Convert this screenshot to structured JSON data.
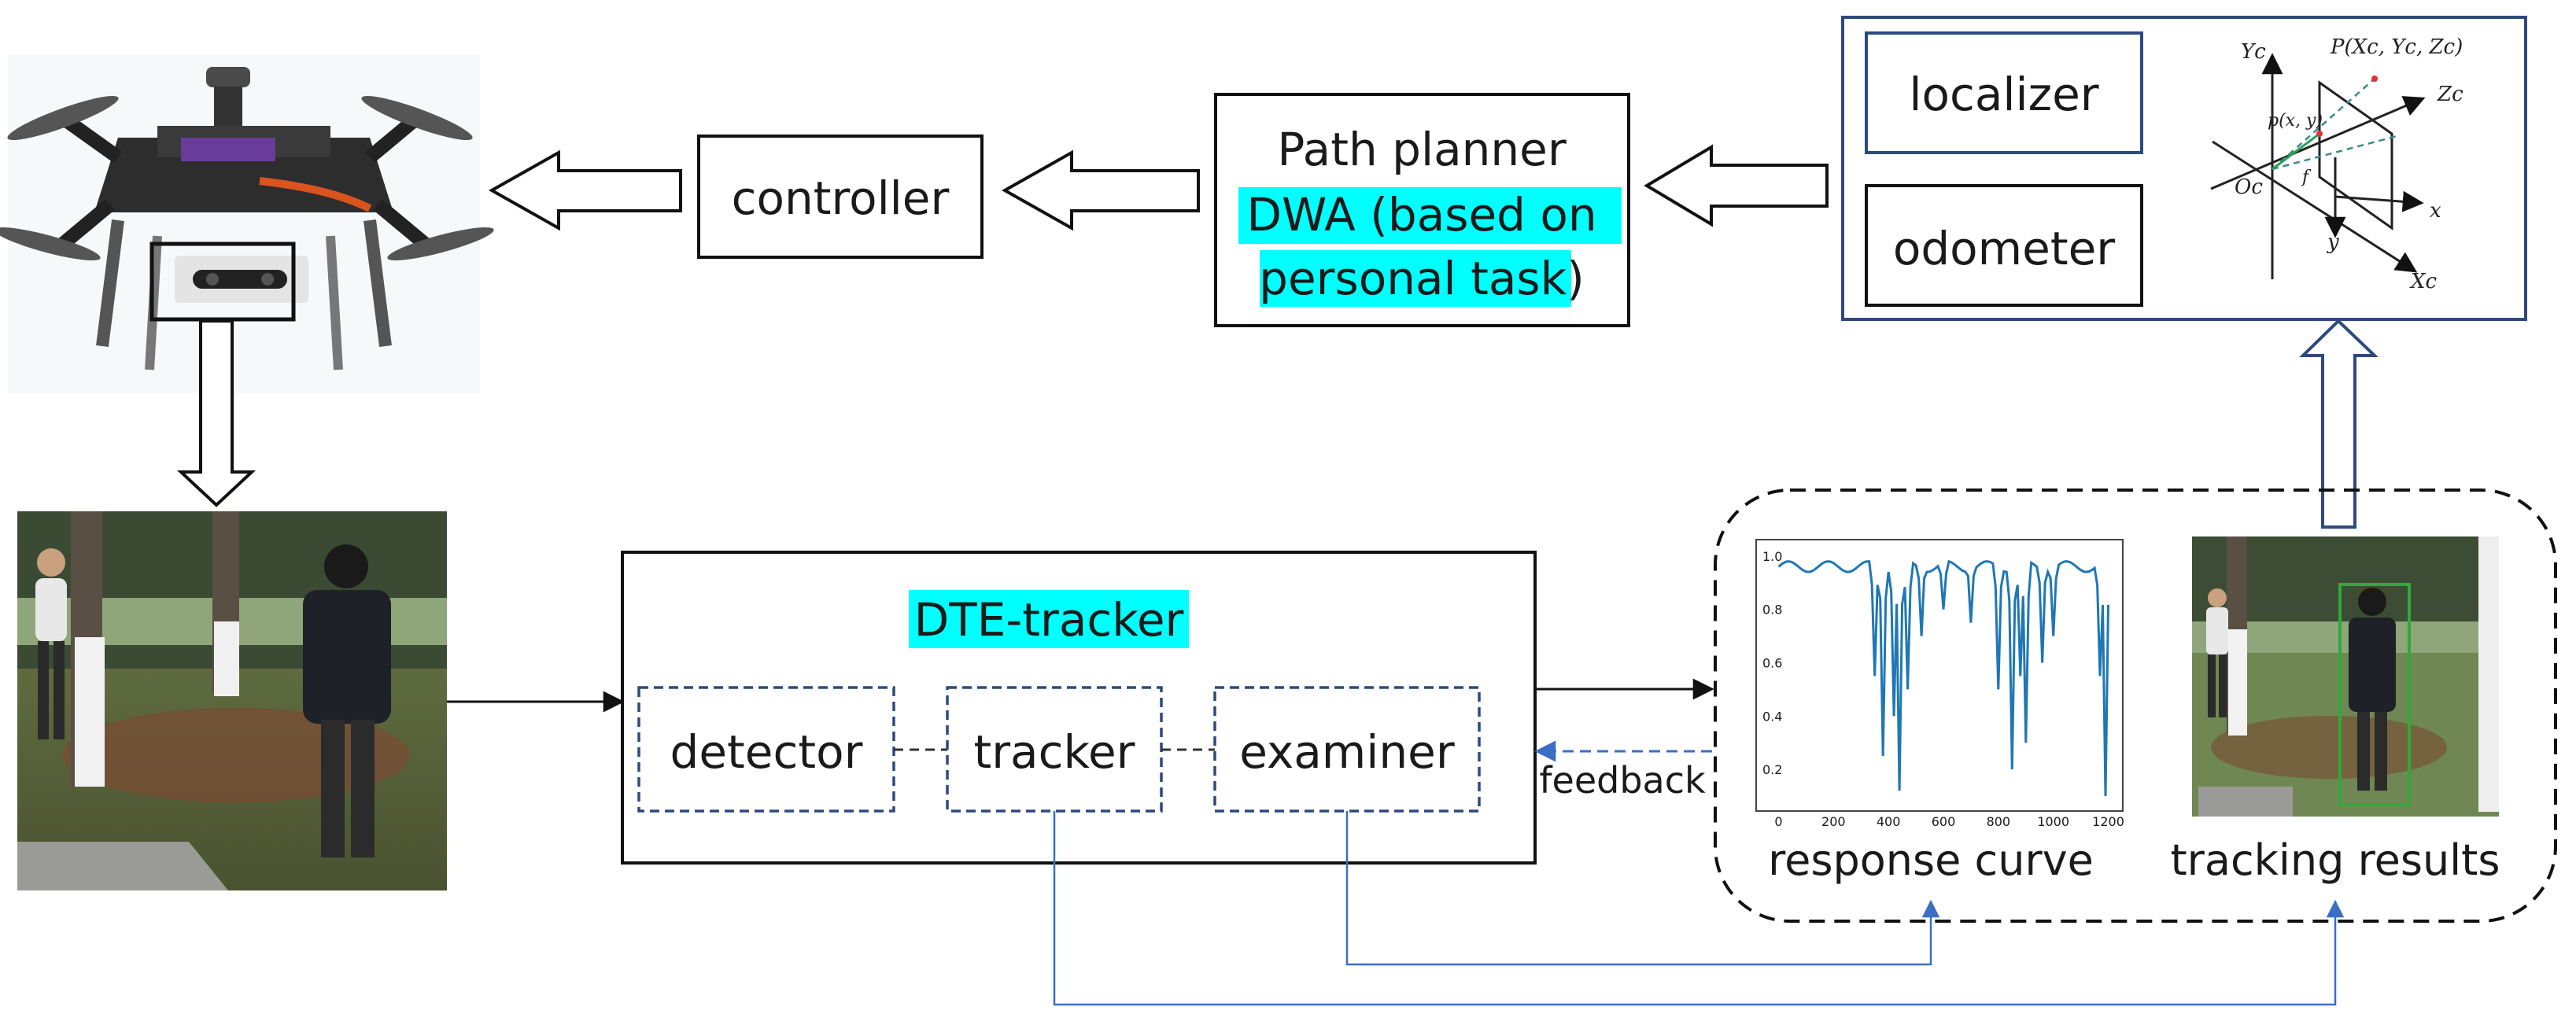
{
  "blocks": {
    "controller": "controller",
    "path_planner": {
      "line1": "Path planner",
      "line2_highlight": "DWA (based on",
      "line3_highlight": "personal task",
      "line3_tail": ")"
    },
    "localizer": "localizer",
    "odometer": "odometer",
    "dte_tracker": "DTE-tracker",
    "detector": "detector",
    "tracker": "tracker",
    "examiner": "examiner",
    "feedback": "feedback",
    "response_curve": "response curve",
    "tracking_results": "tracking results"
  },
  "camera_model": {
    "point_world": "P(Xc, Yc, Zc)",
    "point_image": "p(x, y)",
    "axis_yc": "Yc",
    "axis_zc": "Zc",
    "axis_xc": "Xc",
    "axis_x": "x",
    "axis_y": "y",
    "origin": "Oc",
    "f": "f"
  },
  "response_plot": {
    "x_ticks": [
      "0",
      "200",
      "400",
      "600",
      "800",
      "1000",
      "1200"
    ],
    "y_ticks": [
      "1.0",
      "0.8",
      "0.6",
      "0.4",
      "0.2"
    ]
  },
  "colors": {
    "highlight": "#00ffff",
    "tracker_blue": "#3a6fc4",
    "dashed_box": "#2e4a7d",
    "plot_line": "#1f77b4",
    "panel_border": "#2e4a7d"
  },
  "icons": {
    "drone": "drone-photo",
    "scene": "person-tracking-scene-photo",
    "tracking": "tracking-result-photo"
  }
}
